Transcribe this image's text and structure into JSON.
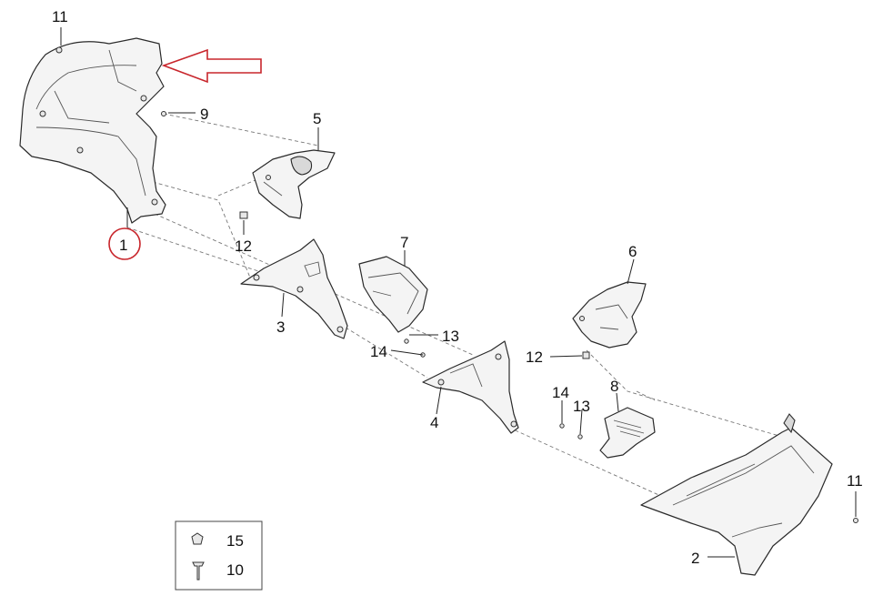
{
  "diagram": {
    "callouts": {
      "c1": "1",
      "c2": "2",
      "c3": "3",
      "c4": "4",
      "c5": "5",
      "c6": "6",
      "c7": "7",
      "c8": "8",
      "c9": "9",
      "c10": "10",
      "c11a": "11",
      "c11b": "11",
      "c12a": "12",
      "c12b": "12",
      "c13a": "13",
      "c13b": "13",
      "c14a": "14",
      "c14b": "14",
      "c15": "15"
    },
    "highlight": {
      "arrow_color": "#c8262c",
      "circle_color": "#c8262c"
    }
  }
}
